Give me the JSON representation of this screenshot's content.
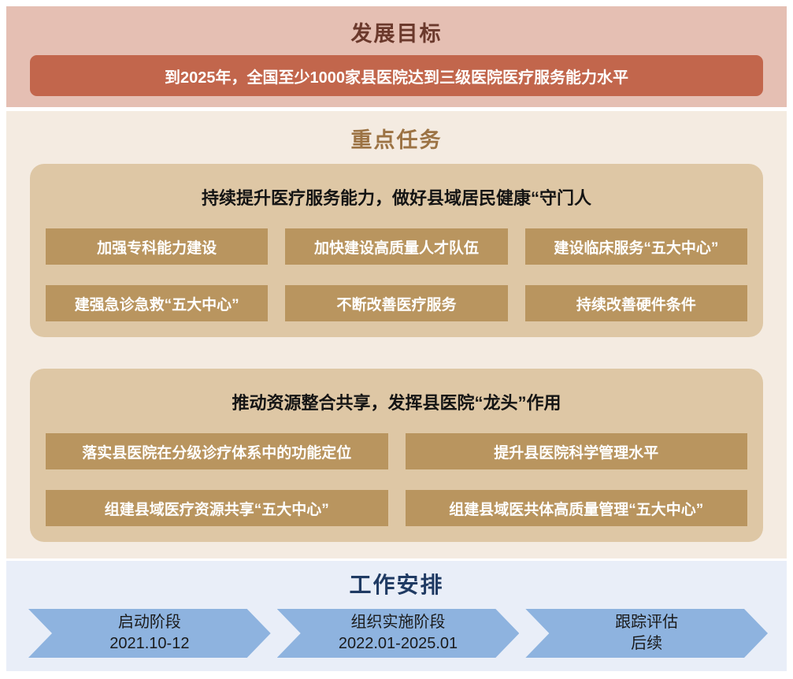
{
  "goal_section": {
    "title": "发展目标",
    "banner": "到2025年，全国至少1000家县医院达到三级医院医疗服务能力水平"
  },
  "tasks_section": {
    "title": "重点任务",
    "groups": [
      {
        "heading": "持续提升医疗服务能力，做好县域居民健康“守门人",
        "items": [
          "加强专科能力建设",
          "加快建设高质量人才队伍",
          "建设临床服务“五大中心”",
          "建强急诊急救“五大中心”",
          "不断改善医疗服务",
          "持续改善硬件条件"
        ]
      },
      {
        "heading": "推动资源整合共享，发挥县医院“龙头”作用",
        "items": [
          "落实县医院在分级诊疗体系中的功能定位",
          "提升县医院科学管理水平",
          "组建县域医疗资源共享“五大中心”",
          "组建县域医共体高质量管理“五大中心”"
        ]
      }
    ]
  },
  "schedule_section": {
    "title": "工作安排",
    "stages": [
      {
        "label": "启动阶段",
        "period": "2021.10-12"
      },
      {
        "label": "组织实施阶段",
        "period": "2022.01-2025.01"
      },
      {
        "label": "跟踪评估",
        "period": "后续"
      }
    ]
  },
  "colors": {
    "goal_bg": "#e5bfb3",
    "goal_title": "#6b392c",
    "banner_bg": "#c2664c",
    "banner_text": "#ffffff",
    "tasks_bg": "#f4ebe1",
    "tasks_title": "#9c7344",
    "group_bg": "#dec7a5",
    "group_heading": "#141414",
    "item_bg": "#b9955f",
    "item_text": "#ffffff",
    "schedule_bg": "#e9eef8",
    "schedule_title": "#1f3a63",
    "arrow_bg": "#8eb3df",
    "arrow_text": "#1a1a1a"
  }
}
